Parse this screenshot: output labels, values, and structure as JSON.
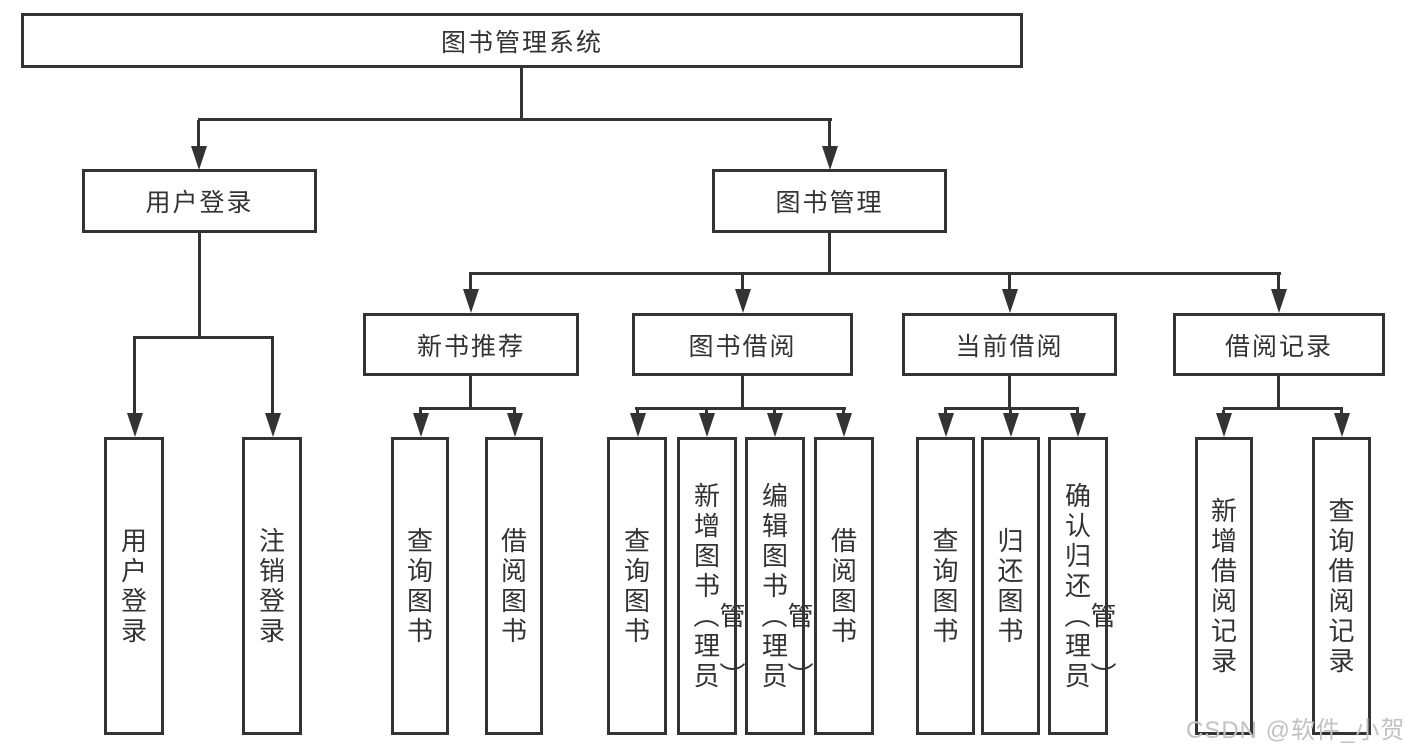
{
  "diagram": {
    "root": {
      "label": "图书管理系统"
    },
    "branches": [
      {
        "label": "用户登录",
        "children": [
          {
            "label": "用户登录"
          },
          {
            "label": "注销登录"
          }
        ]
      },
      {
        "label": "图书管理",
        "sections": [
          {
            "label": "新书推荐",
            "children": [
              {
                "label": "查询图书"
              },
              {
                "label": "借阅图书"
              }
            ]
          },
          {
            "label": "图书借阅",
            "children": [
              {
                "label": "查询图书"
              },
              {
                "label": "新增图书（管理员）"
              },
              {
                "label": "编辑图书（管理员）"
              },
              {
                "label": "借阅图书"
              }
            ]
          },
          {
            "label": "当前借阅",
            "children": [
              {
                "label": "查询图书"
              },
              {
                "label": "归还图书"
              },
              {
                "label": "确认归还（管理员）"
              }
            ]
          },
          {
            "label": "借阅记录",
            "children": [
              {
                "label": "新增借阅记录"
              },
              {
                "label": "查询借阅记录"
              }
            ]
          }
        ]
      }
    ]
  },
  "watermark": {
    "text": "CSDN @软件_小贺同学"
  },
  "colors": {
    "line": "#333333",
    "text": "#333333",
    "watermark": "#c2c2c2",
    "background": "#ffffff"
  }
}
